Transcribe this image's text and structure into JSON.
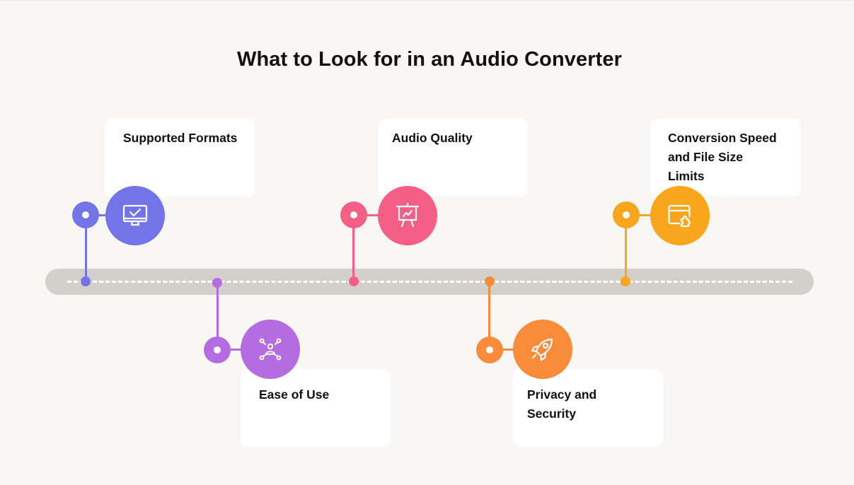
{
  "title": "What to Look for in an Audio Converter",
  "timeline": {
    "items": [
      {
        "label": "Supported Formats",
        "position": "above",
        "color": "#7274e8",
        "icon": "monitor-check-icon"
      },
      {
        "label": "Ease of Use",
        "position": "below",
        "color": "#b46ce0",
        "icon": "user-network-icon"
      },
      {
        "label": "Audio Quality",
        "position": "above",
        "color": "#f45f86",
        "icon": "presentation-chart-icon"
      },
      {
        "label": "Privacy and Security",
        "position": "below",
        "color": "#f98b3b",
        "icon": "rocket-icon"
      },
      {
        "label": "Conversion Speed and File Size Limits",
        "position": "above",
        "color": "#f9a61c",
        "icon": "browser-plugin-icon"
      }
    ]
  }
}
